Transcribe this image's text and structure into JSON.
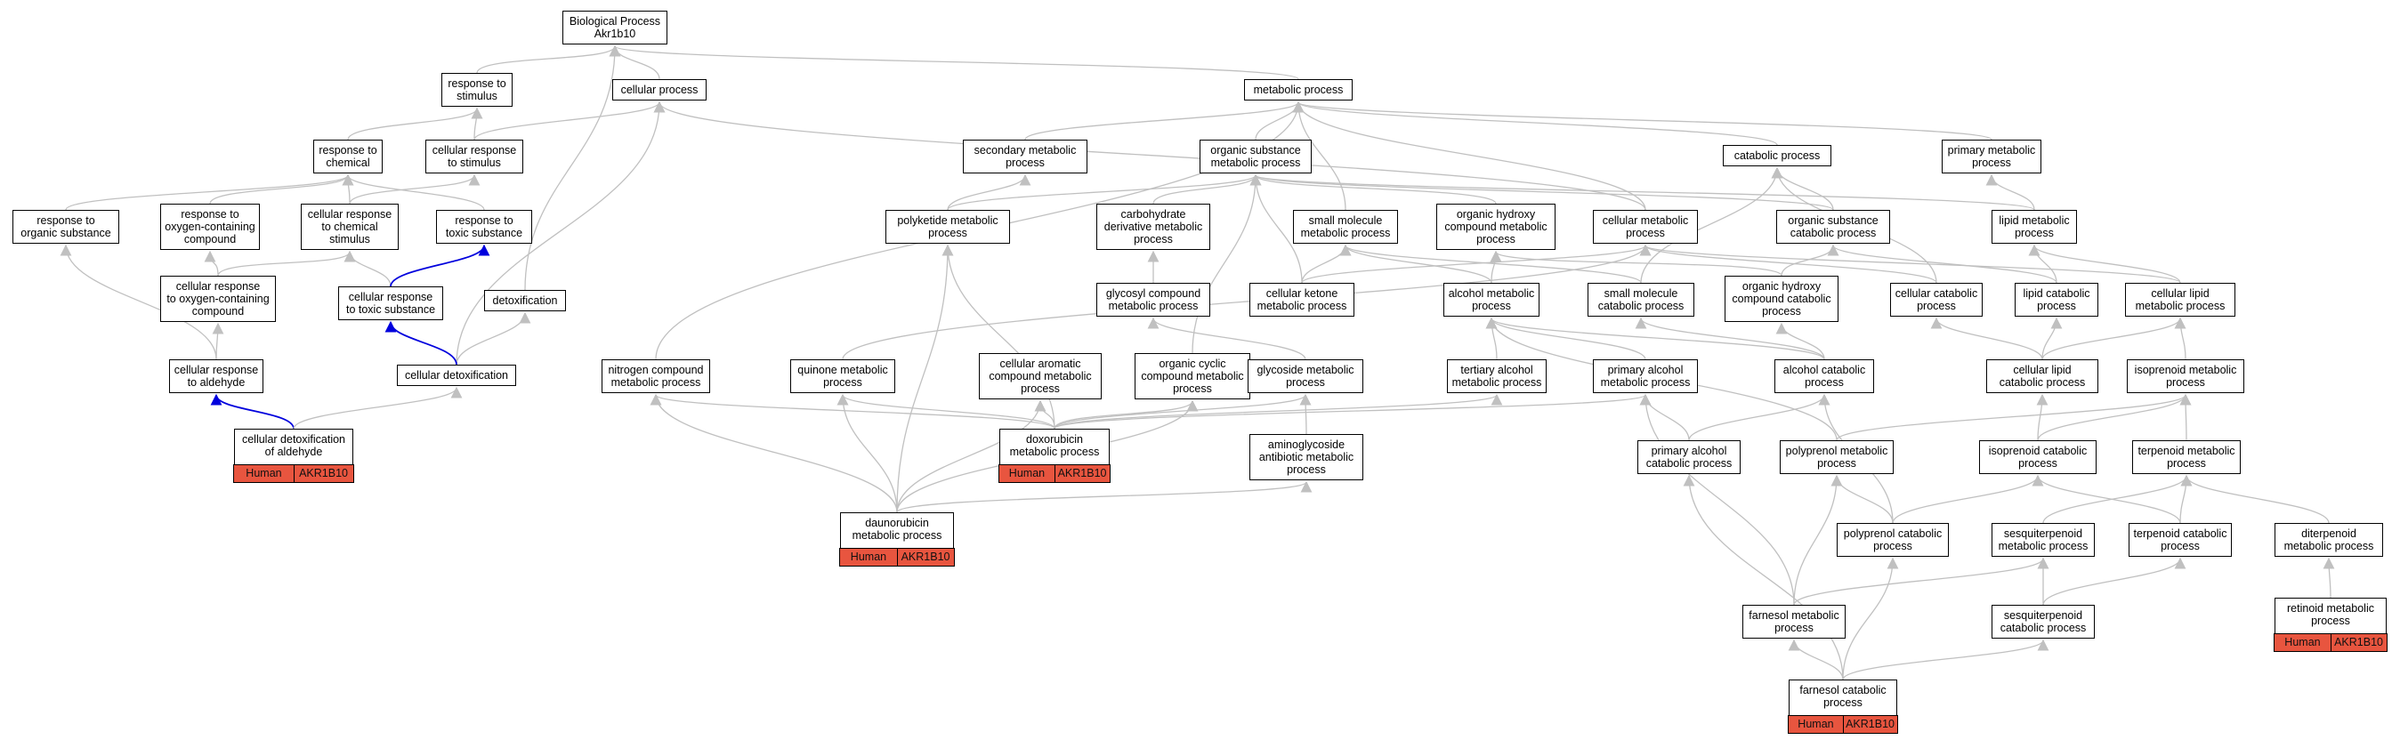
{
  "colors": {
    "edge": "#c0c0c0",
    "regulates_edge": "#0000dd",
    "annotation_fill": "#e8553f"
  },
  "nodes": [
    {
      "id": "bp",
      "label": "Biological Process\nAkr1b10"
    },
    {
      "id": "rs",
      "label": "response to\nstimulus"
    },
    {
      "id": "cp",
      "label": "cellular process"
    },
    {
      "id": "mp",
      "label": "metabolic process"
    },
    {
      "id": "rc",
      "label": "response to\nchemical"
    },
    {
      "id": "crs",
      "label": "cellular response\nto stimulus"
    },
    {
      "id": "smp2",
      "label": "secondary metabolic\nprocess"
    },
    {
      "id": "osmp",
      "label": "organic substance\nmetabolic process"
    },
    {
      "id": "cat",
      "label": "catabolic process"
    },
    {
      "id": "pmp",
      "label": "primary metabolic\nprocess"
    },
    {
      "id": "ros",
      "label": "response to\norganic substance"
    },
    {
      "id": "roc",
      "label": "response to\noxygen-containing\ncompound"
    },
    {
      "id": "crc",
      "label": "cellular response\nto chemical\nstimulus"
    },
    {
      "id": "rts",
      "label": "response to\ntoxic substance"
    },
    {
      "id": "pkmp",
      "label": "polyketide metabolic\nprocess"
    },
    {
      "id": "cdmp",
      "label": "carbohydrate\nderivative metabolic\nprocess"
    },
    {
      "id": "smmp",
      "label": "small molecule\nmetabolic process"
    },
    {
      "id": "ohmp",
      "label": "organic hydroxy\ncompound metabolic\nprocess"
    },
    {
      "id": "cmp",
      "label": "cellular metabolic\nprocess"
    },
    {
      "id": "oscp",
      "label": "organic substance\ncatabolic process"
    },
    {
      "id": "lmp",
      "label": "lipid metabolic\nprocess"
    },
    {
      "id": "crocc",
      "label": "cellular response\nto oxygen-containing\ncompound"
    },
    {
      "id": "crts",
      "label": "cellular response\nto toxic substance"
    },
    {
      "id": "detox",
      "label": "detoxification"
    },
    {
      "id": "gcmp",
      "label": "glycosyl compound\nmetabolic process"
    },
    {
      "id": "ckmp",
      "label": "cellular ketone\nmetabolic process"
    },
    {
      "id": "amp",
      "label": "alcohol metabolic\nprocess"
    },
    {
      "id": "smcp",
      "label": "small molecule\ncatabolic process"
    },
    {
      "id": "ohcp",
      "label": "organic hydroxy\ncompound catabolic\nprocess"
    },
    {
      "id": "ccp",
      "label": "cellular catabolic\nprocess"
    },
    {
      "id": "lcp",
      "label": "lipid catabolic\nprocess"
    },
    {
      "id": "clmp",
      "label": "cellular lipid\nmetabolic process"
    },
    {
      "id": "cra",
      "label": "cellular response\nto aldehyde"
    },
    {
      "id": "cdtx",
      "label": "cellular detoxification"
    },
    {
      "id": "ncmp",
      "label": "nitrogen compound\nmetabolic process"
    },
    {
      "id": "qmp",
      "label": "quinone metabolic\nprocess"
    },
    {
      "id": "camp",
      "label": "cellular aromatic\ncompound metabolic\nprocess"
    },
    {
      "id": "occmp",
      "label": "organic cyclic\ncompound metabolic\nprocess"
    },
    {
      "id": "glmp",
      "label": "glycoside metabolic\nprocess"
    },
    {
      "id": "tamp",
      "label": "tertiary alcohol\nmetabolic process"
    },
    {
      "id": "pamp",
      "label": "primary alcohol\nmetabolic process"
    },
    {
      "id": "acp",
      "label": "alcohol catabolic\nprocess"
    },
    {
      "id": "clcp",
      "label": "cellular lipid\ncatabolic process"
    },
    {
      "id": "ipmp",
      "label": "isoprenoid metabolic\nprocess"
    },
    {
      "id": "cdoa",
      "label": "cellular detoxification\nof aldehyde",
      "annotation": [
        "Human",
        "AKR1B10"
      ]
    },
    {
      "id": "doxo",
      "label": "doxorubicin\nmetabolic process",
      "annotation": [
        "Human",
        "AKR1B10"
      ]
    },
    {
      "id": "aamp",
      "label": "aminoglycoside\nantibiotic metabolic\nprocess"
    },
    {
      "id": "pacp",
      "label": "primary alcohol\ncatabolic process"
    },
    {
      "id": "ppmp",
      "label": "polyprenol metabolic\nprocess"
    },
    {
      "id": "ipcp",
      "label": "isoprenoid catabolic\nprocess"
    },
    {
      "id": "tpmp",
      "label": "terpenoid metabolic\nprocess"
    },
    {
      "id": "dauno",
      "label": "daunorubicin\nmetabolic process",
      "annotation": [
        "Human",
        "AKR1B10"
      ]
    },
    {
      "id": "ppcp",
      "label": "polyprenol catabolic\nprocess"
    },
    {
      "id": "sqmp",
      "label": "sesquiterpenoid\nmetabolic process"
    },
    {
      "id": "tpcp",
      "label": "terpenoid catabolic\nprocess"
    },
    {
      "id": "dtmp",
      "label": "diterpenoid\nmetabolic process"
    },
    {
      "id": "fmp",
      "label": "farnesol metabolic\nprocess"
    },
    {
      "id": "sqcp",
      "label": "sesquiterpenoid\ncatabolic process"
    },
    {
      "id": "rmp",
      "label": "retinoid metabolic\nprocess",
      "annotation": [
        "Human",
        "AKR1B10"
      ]
    },
    {
      "id": "fcp",
      "label": "farnesol catabolic\nprocess",
      "annotation": [
        "Human",
        "AKR1B10"
      ]
    }
  ],
  "edges": [
    [
      "rs",
      "bp"
    ],
    [
      "cp",
      "bp"
    ],
    [
      "mp",
      "bp"
    ],
    [
      "detox",
      "bp"
    ],
    [
      "rc",
      "rs"
    ],
    [
      "crs",
      "rs"
    ],
    [
      "crs",
      "cp"
    ],
    [
      "cmp",
      "cp"
    ],
    [
      "cdtx",
      "cp"
    ],
    [
      "smp2",
      "mp"
    ],
    [
      "osmp",
      "mp"
    ],
    [
      "cat",
      "mp"
    ],
    [
      "pmp",
      "mp"
    ],
    [
      "ncmp",
      "mp"
    ],
    [
      "smmp",
      "mp"
    ],
    [
      "cmp",
      "mp"
    ],
    [
      "ros",
      "rc"
    ],
    [
      "roc",
      "rc"
    ],
    [
      "crc",
      "rc"
    ],
    [
      "rts",
      "rc"
    ],
    [
      "crc",
      "crs"
    ],
    [
      "pkmp",
      "smp2"
    ],
    [
      "pkmp",
      "osmp"
    ],
    [
      "cdmp",
      "osmp"
    ],
    [
      "ohmp",
      "osmp"
    ],
    [
      "oscp",
      "osmp"
    ],
    [
      "lmp",
      "osmp"
    ],
    [
      "ckmp",
      "osmp"
    ],
    [
      "occmp",
      "osmp"
    ],
    [
      "oscp",
      "cat"
    ],
    [
      "smcp",
      "cat"
    ],
    [
      "ccp",
      "cat"
    ],
    [
      "lmp",
      "pmp"
    ],
    [
      "crocc",
      "roc"
    ],
    [
      "crocc",
      "crc"
    ],
    [
      "crts",
      "crc"
    ],
    [
      "crts",
      "rts"
    ],
    [
      "cra",
      "ros"
    ],
    [
      "cra",
      "crocc"
    ],
    [
      "gcmp",
      "cdmp"
    ],
    [
      "ckmp",
      "smmp"
    ],
    [
      "amp",
      "smmp"
    ],
    [
      "smcp",
      "smmp"
    ],
    [
      "amp",
      "ohmp"
    ],
    [
      "ohcp",
      "ohmp"
    ],
    [
      "ckmp",
      "cmp"
    ],
    [
      "ccp",
      "cmp"
    ],
    [
      "clmp",
      "cmp"
    ],
    [
      "qmp",
      "cmp"
    ],
    [
      "ohcp",
      "oscp"
    ],
    [
      "lcp",
      "oscp"
    ],
    [
      "lcp",
      "lmp"
    ],
    [
      "clmp",
      "lmp"
    ],
    [
      "cdtx",
      "detox"
    ],
    [
      "cdtx",
      "crts"
    ],
    [
      "glmp",
      "gcmp"
    ],
    [
      "acp",
      "smcp"
    ],
    [
      "acp",
      "ohcp"
    ],
    [
      "clcp",
      "ccp"
    ],
    [
      "clcp",
      "lcp"
    ],
    [
      "clcp",
      "clmp"
    ],
    [
      "ipmp",
      "clmp"
    ],
    [
      "tamp",
      "amp"
    ],
    [
      "pamp",
      "amp"
    ],
    [
      "acp",
      "amp"
    ],
    [
      "cdoa",
      "cra"
    ],
    [
      "cdoa",
      "cdtx"
    ],
    [
      "aamp",
      "glmp"
    ],
    [
      "doxo",
      "ncmp"
    ],
    [
      "doxo",
      "qmp"
    ],
    [
      "doxo",
      "camp"
    ],
    [
      "doxo",
      "occmp"
    ],
    [
      "doxo",
      "glmp"
    ],
    [
      "doxo",
      "tamp"
    ],
    [
      "doxo",
      "pamp"
    ],
    [
      "doxo",
      "pkmp"
    ],
    [
      "pacp",
      "pamp"
    ],
    [
      "pacp",
      "acp"
    ],
    [
      "ppmp",
      "amp"
    ],
    [
      "ppmp",
      "ipmp"
    ],
    [
      "ipcp",
      "ipmp"
    ],
    [
      "ipcp",
      "clcp"
    ],
    [
      "tpmp",
      "ipmp"
    ],
    [
      "dauno",
      "ncmp"
    ],
    [
      "dauno",
      "qmp"
    ],
    [
      "dauno",
      "camp"
    ],
    [
      "dauno",
      "occmp"
    ],
    [
      "dauno",
      "aamp"
    ],
    [
      "dauno",
      "pkmp"
    ],
    [
      "ppcp",
      "ppmp"
    ],
    [
      "ppcp",
      "ipcp"
    ],
    [
      "ppcp",
      "acp"
    ],
    [
      "sqmp",
      "tpmp"
    ],
    [
      "tpcp",
      "tpmp"
    ],
    [
      "tpcp",
      "ipcp"
    ],
    [
      "dtmp",
      "tpmp"
    ],
    [
      "fmp",
      "pamp"
    ],
    [
      "fmp",
      "ppmp"
    ],
    [
      "fmp",
      "sqmp"
    ],
    [
      "sqcp",
      "sqmp"
    ],
    [
      "sqcp",
      "tpcp"
    ],
    [
      "rmp",
      "dtmp"
    ],
    [
      "fcp",
      "fmp"
    ],
    [
      "fcp",
      "pacp"
    ],
    [
      "fcp",
      "ppcp"
    ],
    [
      "fcp",
      "sqcp"
    ]
  ],
  "regulates_edges": [
    [
      "crts",
      "rts"
    ],
    [
      "cdtx",
      "crts"
    ],
    [
      "cdoa",
      "cra"
    ]
  ]
}
